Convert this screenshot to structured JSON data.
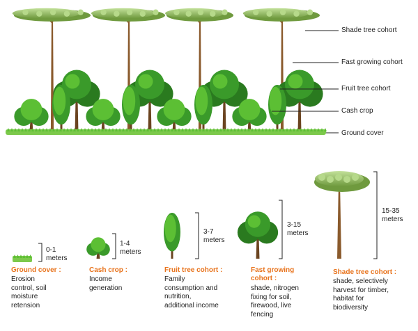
{
  "palette": {
    "leaf_light": "#5cbf34",
    "leaf_mid": "#3a9a2a",
    "leaf_dark": "#2a7a1f",
    "canopy_top": "#b6d98a",
    "canopy_shadow": "#6f9a3e",
    "trunk": "#8a5a2c",
    "trunk_dark": "#6b4420",
    "grass": "#7cc94b",
    "heading_orange": "#e8731c",
    "line": "#222222"
  },
  "layer_labels": [
    "Shade tree cohort",
    "Fast growing cohort",
    "Fruit tree cohort",
    "Cash crop",
    "Ground cover"
  ],
  "cohorts": [
    {
      "height_range": "0-1",
      "unit": "meters",
      "name": "Ground cover :",
      "description": [
        "Erosion",
        "control, soil",
        "moisture",
        "retension"
      ]
    },
    {
      "height_range": "1-4",
      "unit": "meters",
      "name": "Cash crop :",
      "description": [
        "Income",
        "generation"
      ]
    },
    {
      "height_range": "3-7",
      "unit": "meters",
      "name": "Fruit tree cohort :",
      "description": [
        "Family",
        "consumption and",
        "nutrition,",
        "additional income"
      ]
    },
    {
      "height_range": "3-15",
      "unit": "meters",
      "name": "Fast growing",
      "name_line2": "cohort :",
      "description": [
        "shade, nitrogen",
        "fixing for soil,",
        "firewood, live",
        "fencing"
      ]
    },
    {
      "height_range": "15-35",
      "unit": "meters",
      "name": "Shade tree cohort :",
      "description": [
        "shade, selectively",
        "harvest for timber,",
        "habitat for",
        "biodiversity"
      ]
    }
  ]
}
